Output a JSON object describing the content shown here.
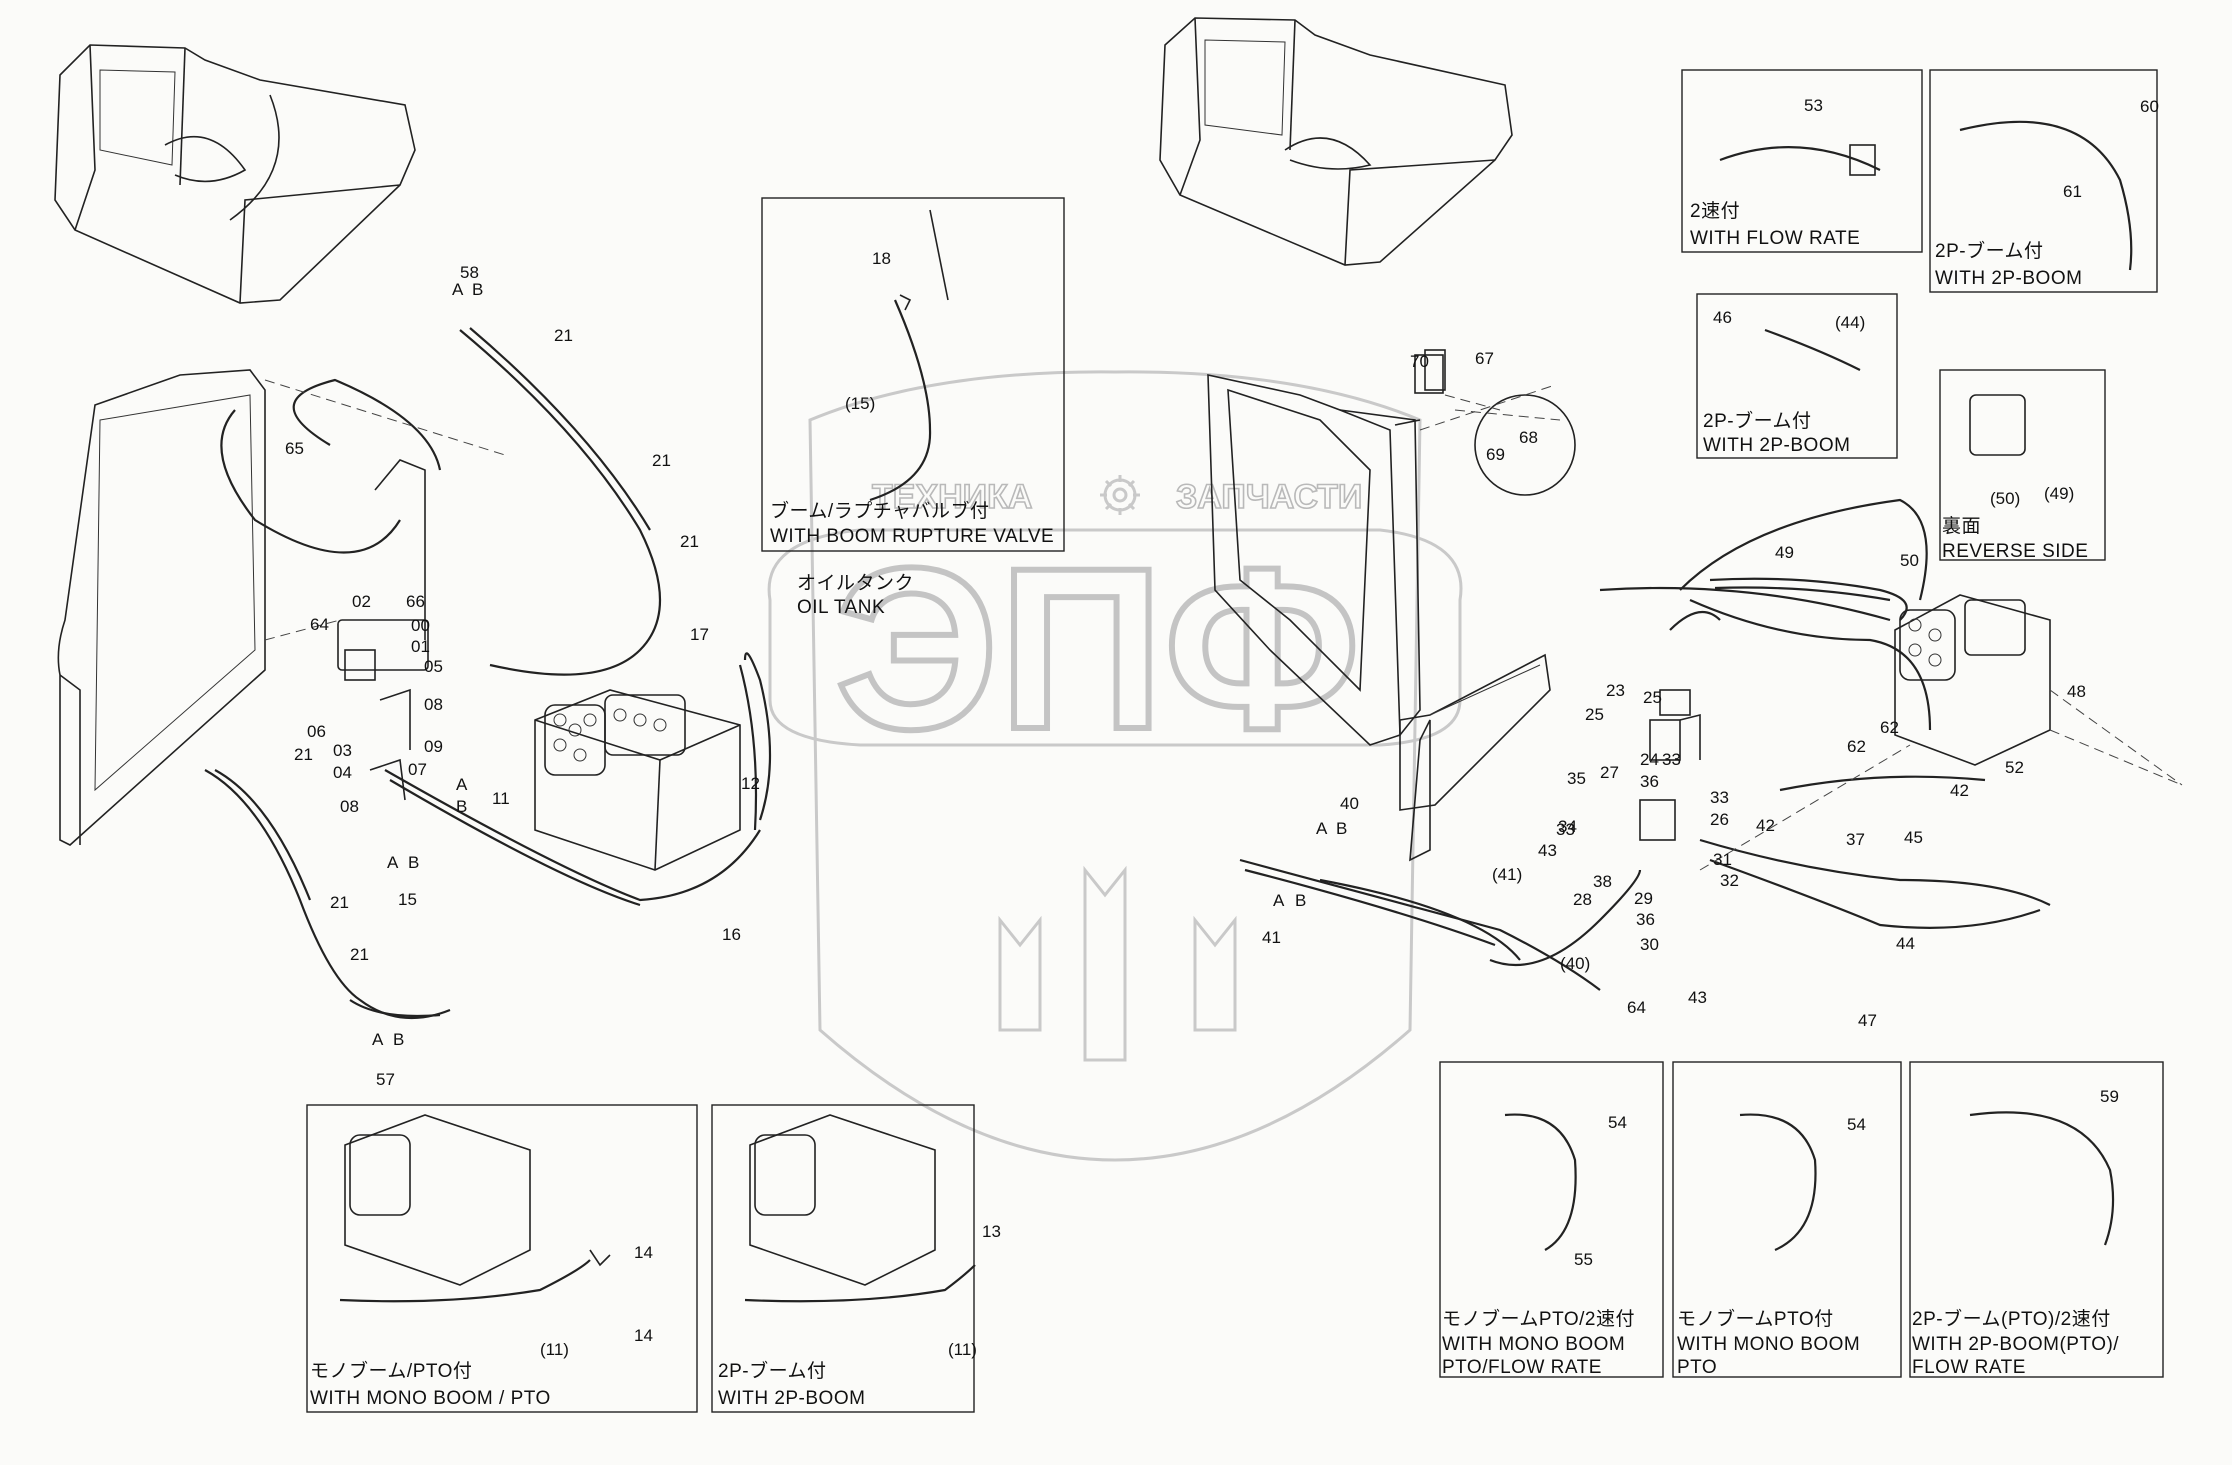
{
  "watermark": {
    "line1_left": "ТЕХНИКА",
    "line1_right": "ЗАПЧАСТИ",
    "logo": "ЭПФ",
    "gear_icon": "gear-icon"
  },
  "captions": {
    "boom_rupture_jp": "ブーム/ラプチャバルブ付",
    "boom_rupture_en": "WITH BOOM RUPTURE VALVE",
    "oil_tank_jp": "オイルタンク",
    "oil_tank_en": "OIL TANK",
    "flow_rate_jp": "2速付",
    "flow_rate_en": "WITH FLOW RATE",
    "twop_boom_jp_a": "2P-ブーム付",
    "twop_boom_en_a": "WITH 2P-BOOM",
    "twop_boom_jp_b": "2P-ブーム付",
    "twop_boom_en_b": "WITH 2P-BOOM",
    "reverse_jp": "裏面",
    "reverse_en": "REVERSE SIDE",
    "mono_pto_jp": "モノブーム/PTO付",
    "mono_pto_en": "WITH MONO BOOM / PTO",
    "twop_boom_jp_c": "2P-ブーム付",
    "twop_boom_en_c": "WITH 2P-BOOM",
    "mono_pto_flow_jp": "モノブームPTO/2速付",
    "mono_pto_flow_en1": "WITH MONO BOOM",
    "mono_pto_flow_en2": "PTO/FLOW RATE",
    "mono_pto_jp2": "モノブームPTO付",
    "mono_pto_en1": "WITH MONO BOOM",
    "mono_pto_en2": "PTO",
    "twop_pto_flow_jp": "2P-ブーム(PTO)/2速付",
    "twop_pto_flow_en1": "WITH 2P-BOOM(PTO)/",
    "twop_pto_flow_en2": "FLOW RATE"
  },
  "callouts": [
    {
      "id": "c58",
      "text": "58"
    },
    {
      "id": "c58a",
      "text": "A"
    },
    {
      "id": "c58b",
      "text": "B"
    },
    {
      "id": "c21a",
      "text": "21"
    },
    {
      "id": "c21b",
      "text": "21"
    },
    {
      "id": "c21c",
      "text": "21"
    },
    {
      "id": "c21d",
      "text": "21"
    },
    {
      "id": "c21e",
      "text": "21"
    },
    {
      "id": "c21f",
      "text": "21"
    },
    {
      "id": "c65",
      "text": "65"
    },
    {
      "id": "c02",
      "text": "02"
    },
    {
      "id": "c66",
      "text": "66"
    },
    {
      "id": "c64a",
      "text": "64"
    },
    {
      "id": "c00",
      "text": "00"
    },
    {
      "id": "c01",
      "text": "01"
    },
    {
      "id": "c05",
      "text": "05"
    },
    {
      "id": "c08a",
      "text": "08"
    },
    {
      "id": "c06",
      "text": "06"
    },
    {
      "id": "c03",
      "text": "03"
    },
    {
      "id": "c04",
      "text": "04"
    },
    {
      "id": "c09",
      "text": "09"
    },
    {
      "id": "c07",
      "text": "07"
    },
    {
      "id": "c08b",
      "text": "08"
    },
    {
      "id": "c11a",
      "text": "A"
    },
    {
      "id": "c11b",
      "text": "B"
    },
    {
      "id": "c11",
      "text": "11"
    },
    {
      "id": "c15a",
      "text": "A"
    },
    {
      "id": "c15b",
      "text": "B"
    },
    {
      "id": "c15",
      "text": "15"
    },
    {
      "id": "c57a",
      "text": "A"
    },
    {
      "id": "c57b",
      "text": "B"
    },
    {
      "id": "c57",
      "text": "57"
    },
    {
      "id": "c16",
      "text": "16"
    },
    {
      "id": "c12",
      "text": "12"
    },
    {
      "id": "c17",
      "text": "17"
    },
    {
      "id": "c18",
      "text": "18"
    },
    {
      "id": "c15p",
      "text": "(15)"
    },
    {
      "id": "c70",
      "text": "70"
    },
    {
      "id": "c67",
      "text": "67"
    },
    {
      "id": "c68",
      "text": "68"
    },
    {
      "id": "c69",
      "text": "69"
    },
    {
      "id": "c53",
      "text": "53"
    },
    {
      "id": "c60",
      "text": "60"
    },
    {
      "id": "c61",
      "text": "61"
    },
    {
      "id": "c46",
      "text": "46"
    },
    {
      "id": "c44p",
      "text": "(44)"
    },
    {
      "id": "c50p",
      "text": "(50)"
    },
    {
      "id": "c49p",
      "text": "(49)"
    },
    {
      "id": "c49",
      "text": "49"
    },
    {
      "id": "c50",
      "text": "50"
    },
    {
      "id": "c48",
      "text": "48"
    },
    {
      "id": "c23",
      "text": "23"
    },
    {
      "id": "c25a",
      "text": "25"
    },
    {
      "id": "c25b",
      "text": "25"
    },
    {
      "id": "c27",
      "text": "27"
    },
    {
      "id": "c24",
      "text": "24"
    },
    {
      "id": "c36a",
      "text": "36"
    },
    {
      "id": "c33a",
      "text": "33"
    },
    {
      "id": "c35",
      "text": "35"
    },
    {
      "id": "c33b",
      "text": "33"
    },
    {
      "id": "c33c",
      "text": "33"
    },
    {
      "id": "c34",
      "text": "34"
    },
    {
      "id": "c43a",
      "text": "43"
    },
    {
      "id": "c26",
      "text": "26"
    },
    {
      "id": "c42a",
      "text": "42"
    },
    {
      "id": "c62a",
      "text": "62"
    },
    {
      "id": "c62b",
      "text": "62"
    },
    {
      "id": "c42b",
      "text": "42"
    },
    {
      "id": "c45",
      "text": "45"
    },
    {
      "id": "c52",
      "text": "52"
    },
    {
      "id": "c37",
      "text": "37"
    },
    {
      "id": "c31",
      "text": "31"
    },
    {
      "id": "c38",
      "text": "38"
    },
    {
      "id": "c32",
      "text": "32"
    },
    {
      "id": "c28",
      "text": "28"
    },
    {
      "id": "c29",
      "text": "29"
    },
    {
      "id": "c36b",
      "text": "36"
    },
    {
      "id": "c30",
      "text": "30"
    },
    {
      "id": "c44",
      "text": "44"
    },
    {
      "id": "c43b",
      "text": "43"
    },
    {
      "id": "c64b",
      "text": "64"
    },
    {
      "id": "c47",
      "text": "47"
    },
    {
      "id": "c40",
      "text": "40"
    },
    {
      "id": "c40a",
      "text": "A"
    },
    {
      "id": "c40b",
      "text": "B"
    },
    {
      "id": "c41a",
      "text": "A"
    },
    {
      "id": "c41b",
      "text": "B"
    },
    {
      "id": "c41",
      "text": "41"
    },
    {
      "id": "c41p",
      "text": "(41)"
    },
    {
      "id": "c40p",
      "text": "(40)"
    },
    {
      "id": "c14a",
      "text": "14"
    },
    {
      "id": "c14b",
      "text": "14"
    },
    {
      "id": "c11p1",
      "text": "(11)"
    },
    {
      "id": "c13",
      "text": "13"
    },
    {
      "id": "c11p2",
      "text": "(11)"
    },
    {
      "id": "c54a",
      "text": "54"
    },
    {
      "id": "c55",
      "text": "55"
    },
    {
      "id": "c54b",
      "text": "54"
    },
    {
      "id": "c59",
      "text": "59"
    }
  ]
}
